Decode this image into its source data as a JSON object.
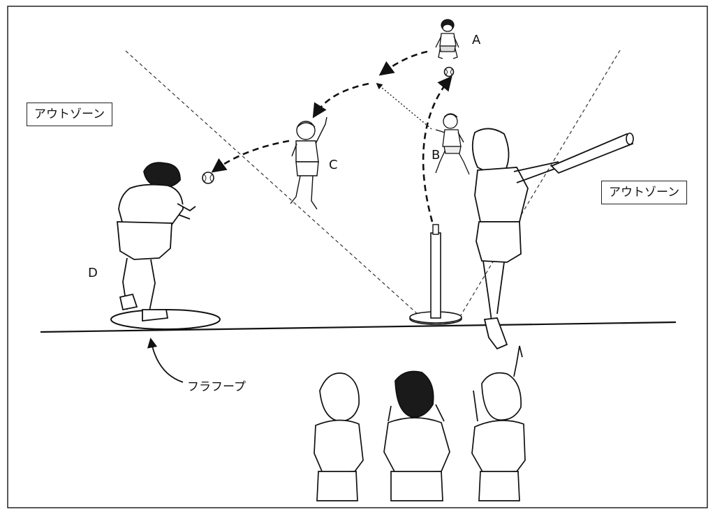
{
  "zones": {
    "left": "アウトゾーン",
    "right": "アウトゾーン"
  },
  "players": {
    "a": "A",
    "b": "B",
    "c": "C",
    "d": "D"
  },
  "hoop_label": "フラフープ",
  "colors": {
    "ink": "#111111",
    "paper": "#ffffff",
    "hair": "#1a1a1a"
  }
}
